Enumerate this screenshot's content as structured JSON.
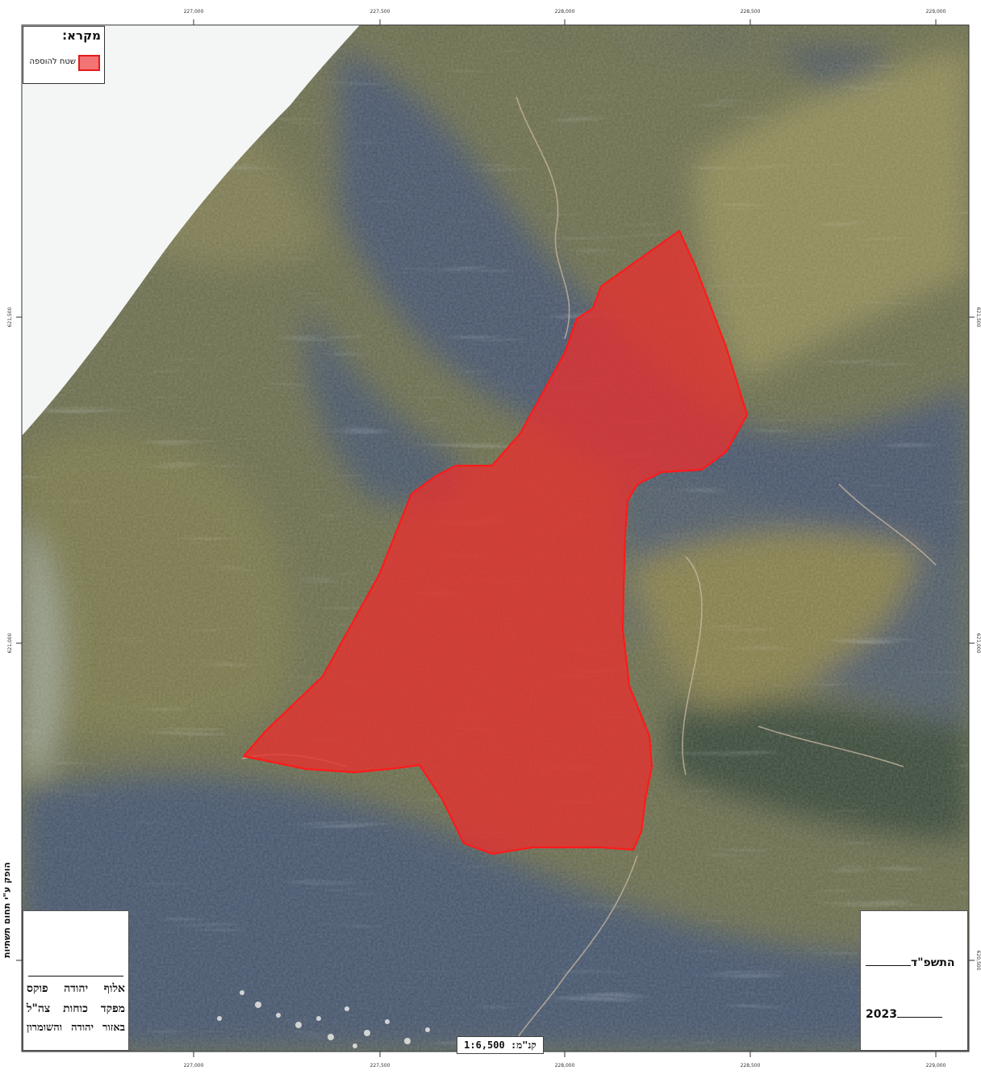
{
  "legend": {
    "title": "מקרא:",
    "items": [
      {
        "label": "שטח להוספה",
        "color": "#f27474",
        "stroke": "#e31b1b"
      }
    ]
  },
  "grid": {
    "x_labels": [
      "227,000",
      "227,500",
      "228,000",
      "228,500",
      "229,000"
    ],
    "y_labels": [
      "621,500",
      "621,000",
      "620,500"
    ]
  },
  "signature": {
    "line1": "אלוף  יהודה  פוקס",
    "line2": "מפקד  כוחות  צה\"ל",
    "line3": "באזור יהודה והשומרון"
  },
  "dates": {
    "hebrew": "התשפ\"ד",
    "gregorian": "2023"
  },
  "scale": {
    "text": "קנ\"מ:  1:6,500"
  },
  "print_note": "הופק ע\"י תחום תשתיות",
  "area": {
    "fill_color": "#e8302e",
    "stroke_color": "#ff1a1a"
  },
  "imagery": {
    "terrain": "aerial-orthophoto"
  }
}
